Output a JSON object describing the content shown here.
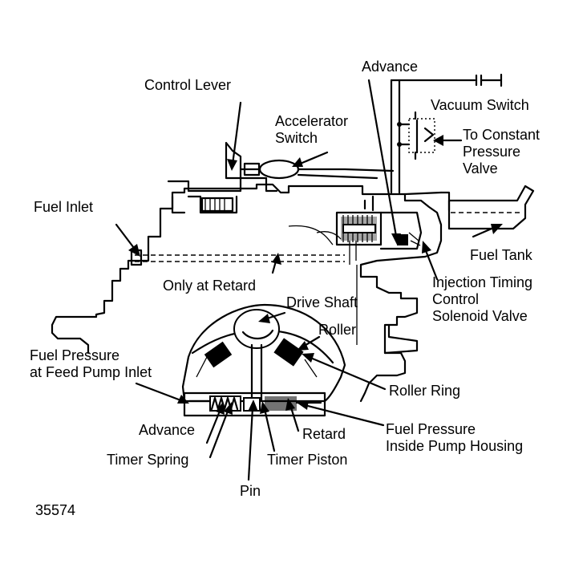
{
  "labels": {
    "advance_top": "Advance",
    "control_lever": "Control Lever",
    "vacuum_switch": "Vacuum Switch",
    "accelerator_switch": "Accelerator\nSwitch",
    "to_constant_pressure_valve": "To Constant\nPressure\nValve",
    "fuel_inlet": "Fuel Inlet",
    "fuel_tank": "Fuel Tank",
    "only_at_retard": "Only at Retard",
    "injection_timing_control": "Injection Timing\nControl\nSolenoid Valve",
    "drive_shaft": "Drive Shaft",
    "roller": "Roller",
    "fuel_pressure_feed": "Fuel Pressure\nat Feed Pump Inlet",
    "roller_ring": "Roller Ring",
    "advance_bottom": "Advance",
    "retard": "Retard",
    "fuel_pressure_housing": "Fuel Pressure\nInside Pump Housing",
    "timer_spring": "Timer Spring",
    "timer_piston": "Timer Piston",
    "pin": "Pin",
    "figure_number": "35574"
  }
}
